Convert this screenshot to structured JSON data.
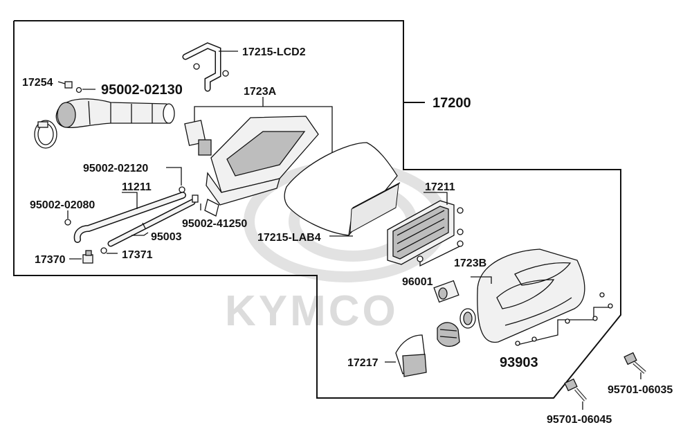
{
  "watermark": {
    "brand": "KYMCO"
  },
  "labels": {
    "p17215_lcd2": "17215-LCD2",
    "p17254": "17254",
    "p95002_02130": "95002-02130",
    "p1723a": "1723A",
    "p17200": "17200",
    "p95002_02120": "95002-02120",
    "p11211": "11211",
    "p95002_02080": "95002-02080",
    "p95002_41250": "95002-41250",
    "p95003": "95003",
    "p17370": "17370",
    "p17371": "17371",
    "p17215_lab4": "17215-LAB4",
    "p17211": "17211",
    "p96001": "96001",
    "p1723b": "1723B",
    "p17217": "17217",
    "p93903": "93903",
    "p95701_06035": "95701-06035",
    "p95701_06045": "95701-06045"
  }
}
